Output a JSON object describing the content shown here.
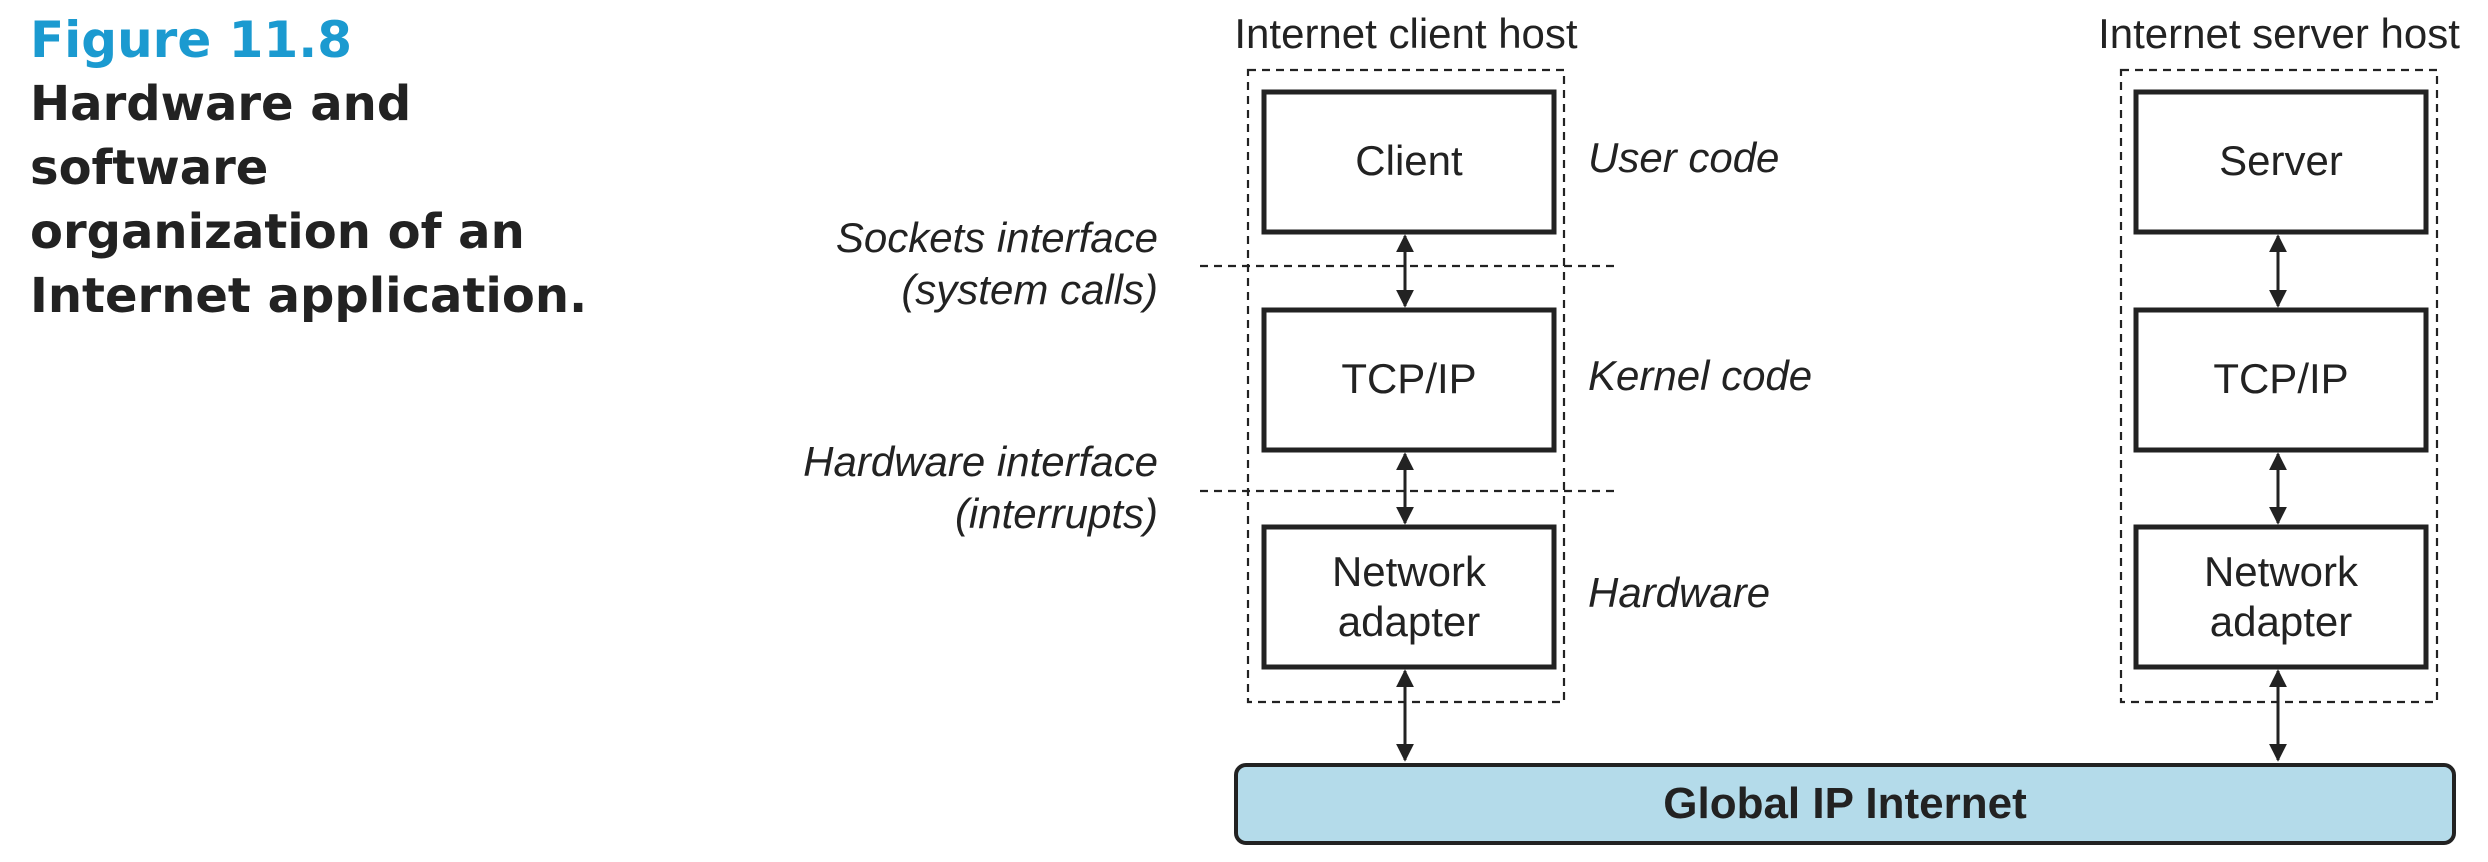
{
  "caption": {
    "figure_number": "Figure 11.8",
    "title_lines": [
      "Hardware and software",
      "organization of an",
      "Internet application."
    ]
  },
  "hosts": {
    "client": {
      "title": "Internet client host",
      "client_box": "Client",
      "tcp_box": "TCP/IP",
      "adapter_box": [
        "Network",
        "adapter"
      ]
    },
    "server": {
      "title": "Internet server host",
      "server_box": "Server",
      "tcp_box": "TCP/IP",
      "adapter_box": [
        "Network",
        "adapter"
      ]
    }
  },
  "layers": {
    "user_code": "User code",
    "kernel_code": "Kernel code",
    "hardware": "Hardware"
  },
  "interfaces": {
    "sockets": [
      "Sockets interface",
      "(system calls)"
    ],
    "hardware": [
      "Hardware interface",
      "(interrupts)"
    ]
  },
  "network": {
    "label": "Global IP Internet",
    "fill_color": "#b4dbea"
  },
  "colors": {
    "caption_accent": "#1b9ad0"
  }
}
